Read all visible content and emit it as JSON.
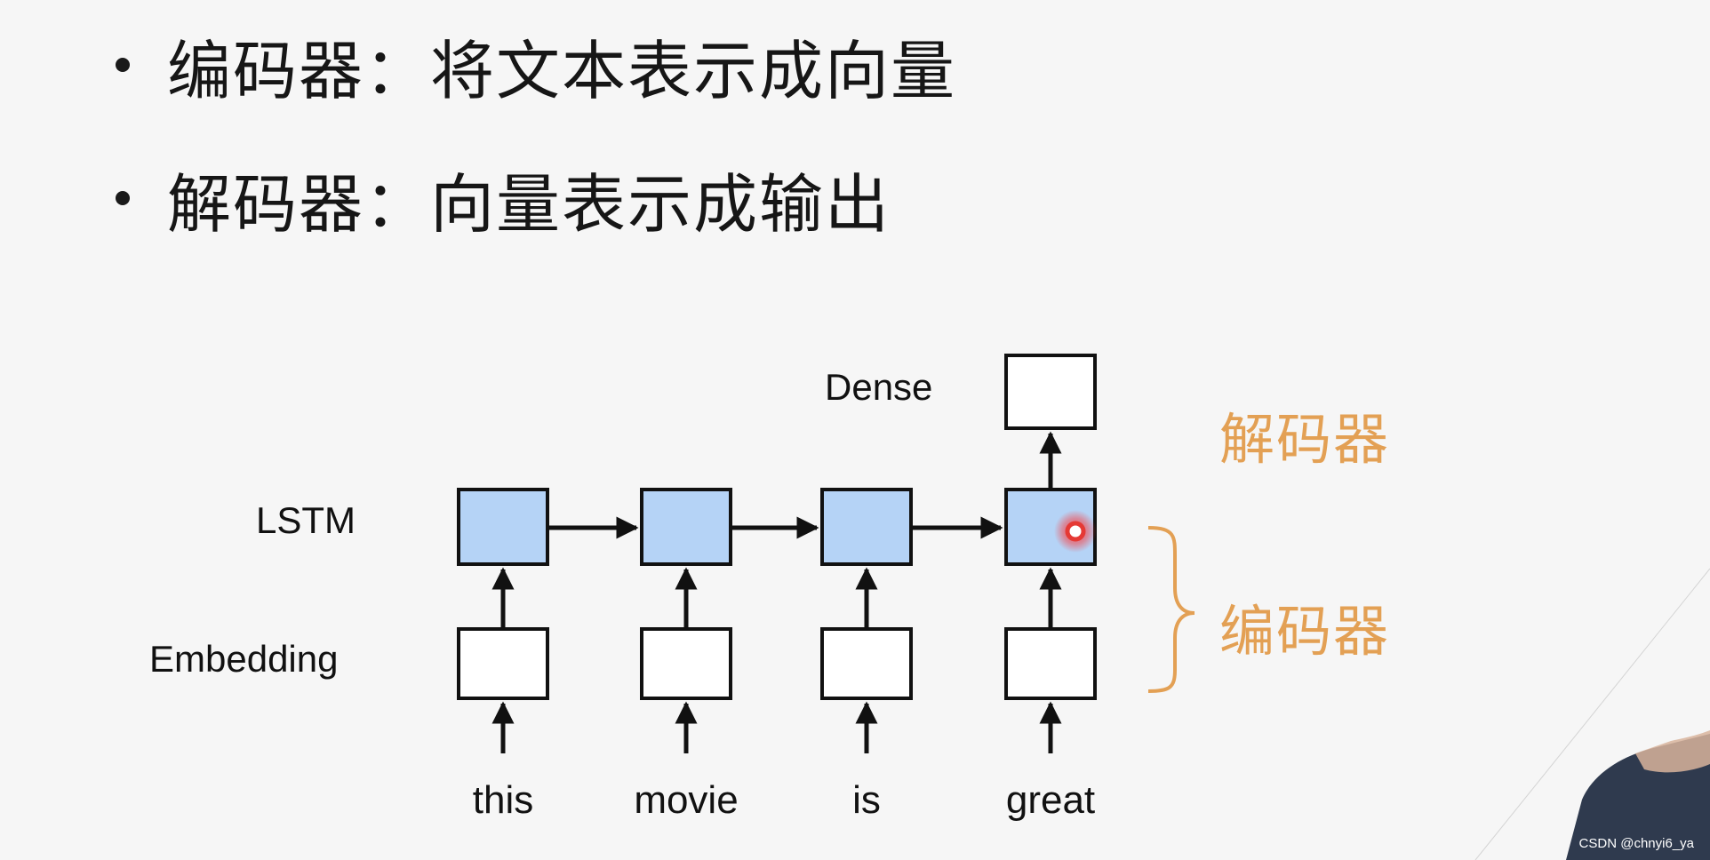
{
  "bullets": [
    {
      "title": "编码器",
      "sep": "：",
      "desc": "将文本表示成向量"
    },
    {
      "title": "解码器",
      "sep": "：",
      "desc": "向量表示成输出"
    }
  ],
  "diagram": {
    "row_labels": {
      "dense": "Dense",
      "lstm": "LSTM",
      "embedding": "Embedding"
    },
    "words": [
      "this",
      "movie",
      "is",
      "great"
    ],
    "side_labels": {
      "decoder": "解码器",
      "encoder": "编码器"
    },
    "colors": {
      "lstm_fill": "#b5d3f6",
      "accent": "#e3a054",
      "cursor": "#e53935"
    }
  },
  "watermark": "CSDN @chnyi6_ya"
}
